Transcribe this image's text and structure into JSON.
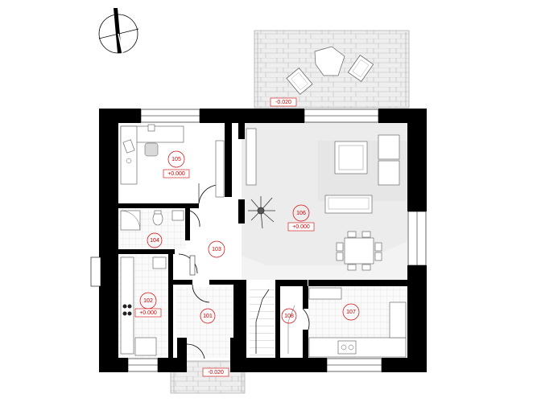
{
  "rooms": [
    {
      "number": "105",
      "level": "+0.000"
    },
    {
      "number": "106",
      "level": "+0.000"
    },
    {
      "number": "104"
    },
    {
      "number": "103"
    },
    {
      "number": "102",
      "level": "+0.000"
    },
    {
      "number": "101"
    },
    {
      "number": "108"
    },
    {
      "number": "107"
    }
  ],
  "terrace_level": "-0.020",
  "entrance_level": "-0.020",
  "colors": {
    "walls": "#000000",
    "annotations": "#d00000",
    "paving": "#e6e6e6",
    "tiles": "#f0f0f0"
  },
  "icons": {
    "north_arrow": "north-arrow-icon"
  }
}
